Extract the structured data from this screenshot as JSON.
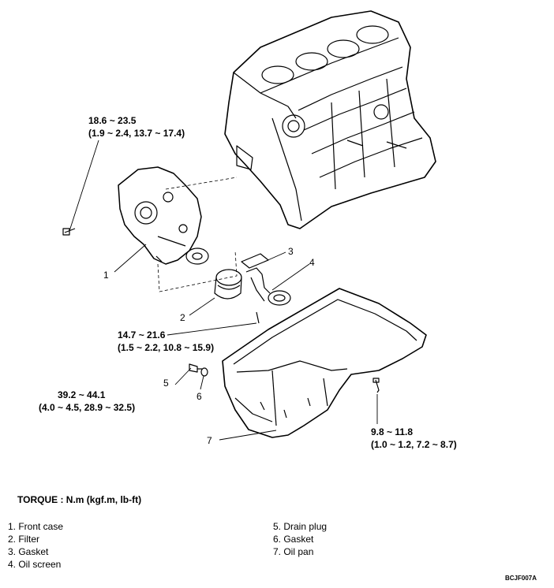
{
  "callouts": {
    "c1": "1",
    "c2": "2",
    "c3": "3",
    "c4": "4",
    "c5": "5",
    "c6": "6",
    "c7": "7"
  },
  "torques": {
    "front_case_bolt": {
      "line1": "18.6 ~ 23.5",
      "line2": "(1.9 ~ 2.4, 13.7 ~ 17.4)"
    },
    "oil_screen_bolt": {
      "line1": "14.7 ~ 21.6",
      "line2": "(1.5 ~ 2.2, 10.8 ~ 15.9)"
    },
    "drain_plug": {
      "line1": "39.2 ~ 44.1",
      "line2": "(4.0 ~ 4.5, 28.9 ~ 32.5)"
    },
    "oil_pan_bolt": {
      "line1": "9.8 ~ 11.8",
      "line2": "(1.0 ~ 1.2, 7.2 ~ 8.7)"
    }
  },
  "torque_unit_label": "TORQUE : N.m (kgf.m, lb-ft)",
  "legend": {
    "left": [
      "1. Front case",
      "2. Filter",
      "3. Gasket",
      "4. Oil screen"
    ],
    "right": [
      "5. Drain plug",
      "6. Gasket",
      "7. Oil pan"
    ]
  },
  "figure_code": "BCJF007A"
}
